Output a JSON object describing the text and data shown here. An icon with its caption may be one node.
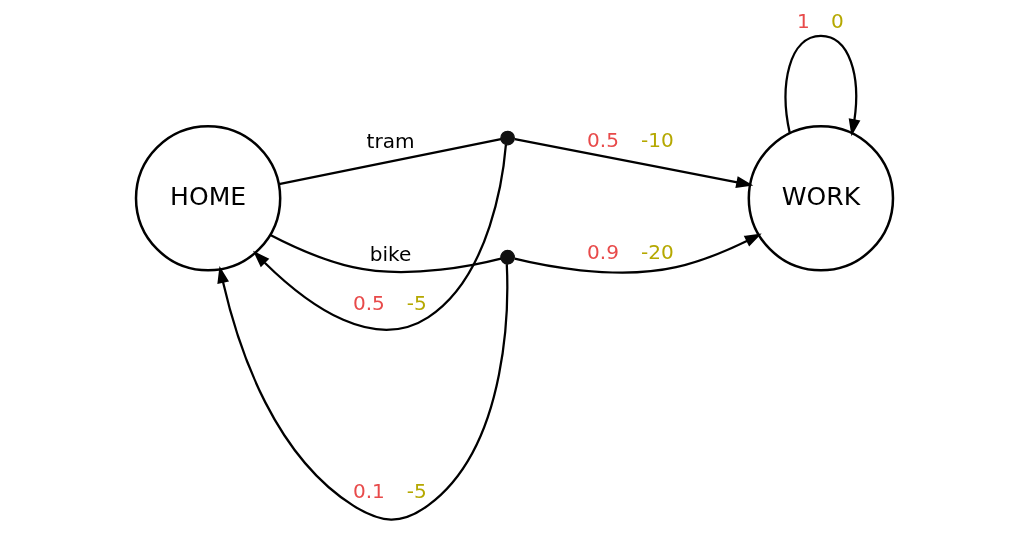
{
  "diagram": {
    "nodes": [
      {
        "text": [
          "HOME"
        ]
      },
      {
        "text": [],
        "shape": "circle"
      },
      {
        "text": [],
        "shape": "circle"
      },
      {
        "text": [
          "WORK"
        ]
      }
    ],
    "edges": [
      {
        "from": 0,
        "to": 1,
        "arrow": "none",
        "label": "tram"
      },
      {
        "from": 1,
        "to": 0,
        "arrow": "to",
        "label": "0.5 -5"
      },
      {
        "from": 1,
        "to": 3,
        "arrow": "to",
        "label": "0.5 -10"
      },
      {
        "from": 0,
        "to": 2,
        "arrow": "none",
        "label": "bike"
      },
      {
        "from": 2,
        "to": 3,
        "arrow": "to",
        "label": "0.9 -20"
      },
      {
        "from": 2,
        "to": 0,
        "arrow": "to",
        "label": "0.1 -5"
      },
      {
        "from": 3,
        "to": 3,
        "arrow": "to",
        "label": "1 0"
      }
    ]
  }
}
